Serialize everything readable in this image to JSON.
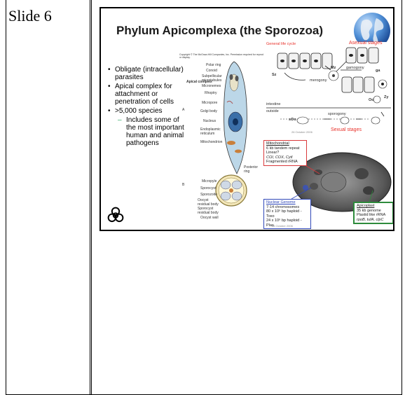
{
  "slide_label": "Slide 6",
  "title": "Phylum Apicomplexa (the Sporozoa)",
  "bullets": [
    "Obligate (intracellular) parasites",
    "Apical complex for attachment or penetration of cells",
    ">5,000 species"
  ],
  "sub_bullet": "Includes some of the most important human and animal pathogens",
  "diagram": {
    "copyright": "Copyright © The McGraw-Hill Companies, Inc. Permission required for reproduction or display.",
    "apical_complex": "Apical complex",
    "labels_top": [
      "Polar ring",
      "Conoid",
      "Subpellicular microtubules",
      "Micronemes",
      "Rhoptry",
      "Micropore",
      "Golgi body",
      "Nucleus",
      "Endoplasmic reticulum",
      "Mitochondrion",
      "Posterior ring"
    ],
    "labels_bottom": [
      "Micropyle",
      "Sporocyst",
      "Sporozoite",
      "Oocyst residual body",
      "Sporocyst residual body",
      "Oocyst wall"
    ],
    "a": "A",
    "b": "B"
  },
  "life_cycle": {
    "general": "General life cycle",
    "asexual": "Asexual stages",
    "sexual": "Sexual stages",
    "sz": "Sz",
    "mz": "Mz",
    "merogony": "merogony",
    "gamogony": "gamogony",
    "ga": "ga",
    "zy": "Zy",
    "oo": "Oo",
    "intestine": "intestine",
    "outside": "outside",
    "soo": "sOo",
    "sporogony": "sporogony",
    "date": "26 October 2006"
  },
  "micrograph": {
    "mito_title": "Mitochondrial",
    "mito_lines": [
      "6 kb tandem repeat",
      "Linear?",
      "COI, COX, CytI",
      "Fragmented rRNA"
    ],
    "nuclear_title": "Nuclear Genome",
    "nuclear_lines": [
      "7-14 chromosomes",
      "80 x 10⁶ bp haploid - Toxo",
      "24 x 10⁶ bp haploid - Plas"
    ],
    "apico_title": "Apicoplast",
    "apico_lines": [
      "35 kb genome",
      "Plastid like rRNA",
      "rpoB, tufA, clpC"
    ],
    "date": "26 October 2006"
  },
  "colors": {
    "sexual_red": "#e8312a",
    "mito_box": "#d9393b",
    "nuclear_box": "#3048b8",
    "apico_box": "#2e8b3c"
  }
}
